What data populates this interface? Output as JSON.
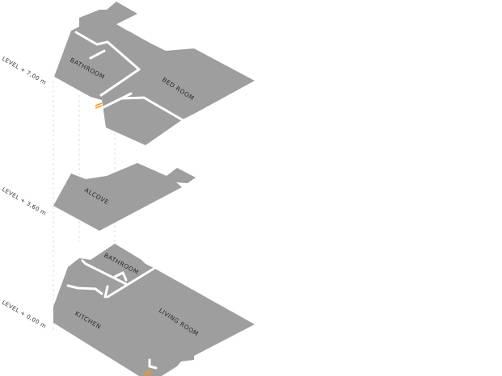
{
  "levels": [
    {
      "label": "LEVEL + 7,00 m",
      "rooms": [
        "BATHROOM",
        "BED ROOM"
      ]
    },
    {
      "label": "LEVEL + 3,60 m",
      "rooms": [
        "ALCOVE"
      ]
    },
    {
      "label": "LEVEL + 0,00 m",
      "rooms": [
        "BATHROOM",
        "KITCHEN",
        "LIVING ROOM"
      ]
    }
  ],
  "colors": {
    "floor": "#9e9e9e",
    "wall": "#ffffff",
    "stair_marker": "#f29a1b",
    "guide": "#d8d8d8"
  }
}
